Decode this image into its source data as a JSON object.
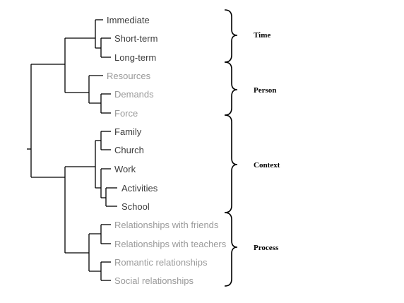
{
  "leaves": [
    {
      "id": "immediate",
      "label": "Immediate",
      "tone": "dark"
    },
    {
      "id": "short-term",
      "label": "Short-term",
      "tone": "dark"
    },
    {
      "id": "long-term",
      "label": "Long-term",
      "tone": "dark"
    },
    {
      "id": "resources",
      "label": "Resources",
      "tone": "light"
    },
    {
      "id": "demands",
      "label": "Demands",
      "tone": "light"
    },
    {
      "id": "force",
      "label": "Force",
      "tone": "light"
    },
    {
      "id": "family",
      "label": "Family",
      "tone": "dark"
    },
    {
      "id": "church",
      "label": "Church",
      "tone": "dark"
    },
    {
      "id": "work",
      "label": "Work",
      "tone": "dark"
    },
    {
      "id": "activities",
      "label": "Activities",
      "tone": "dark"
    },
    {
      "id": "school",
      "label": "School",
      "tone": "dark"
    },
    {
      "id": "relationships-with-friends",
      "label": "Relationships with friends",
      "tone": "light"
    },
    {
      "id": "relationships-with-teachers",
      "label": "Relationships with teachers",
      "tone": "light"
    },
    {
      "id": "romantic-relationships",
      "label": "Romantic relationships",
      "tone": "light"
    },
    {
      "id": "social-relationships",
      "label": "Social relationships",
      "tone": "light"
    }
  ],
  "groups": [
    {
      "id": "time",
      "label": "Time"
    },
    {
      "id": "person",
      "label": "Person"
    },
    {
      "id": "context",
      "label": "Context"
    },
    {
      "id": "process",
      "label": "Process"
    }
  ],
  "colors": {
    "dark_text": "#3d3d3d",
    "light_text": "#9a9a9a",
    "lines": "#000000"
  }
}
